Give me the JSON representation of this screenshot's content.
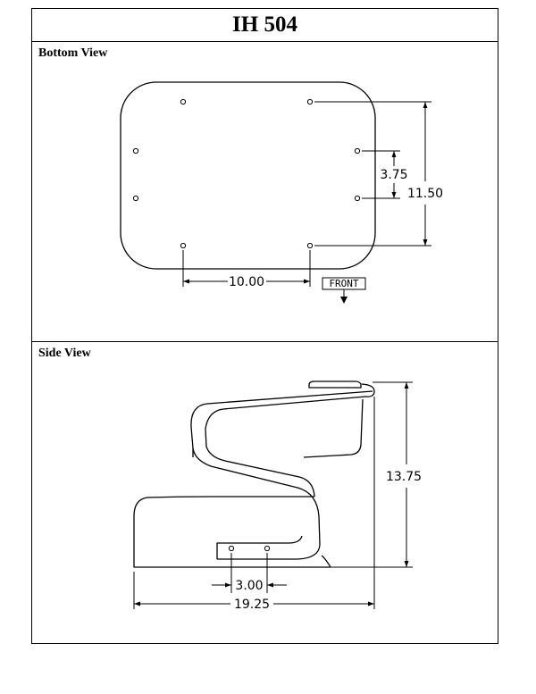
{
  "title": "IH 504",
  "bottom_view": {
    "label": "Bottom View",
    "dim_horizontal": "10.00",
    "dim_short_vertical": "3.75",
    "dim_tall_vertical": "11.50",
    "front_label": "FRONT"
  },
  "side_view": {
    "label": "Side View",
    "dim_height": "13.75",
    "dim_hole_spacing": "3.00",
    "dim_overall_width": "19.25"
  }
}
